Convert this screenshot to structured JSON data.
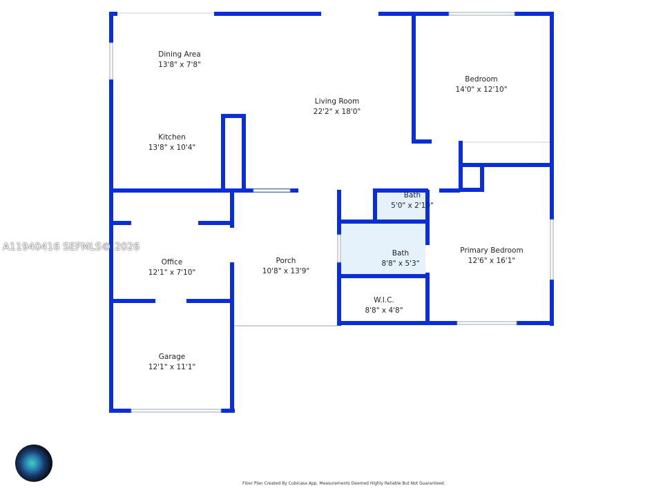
{
  "rooms": [
    {
      "name": "Dining Area",
      "size": "13'8\" x 7'8\""
    },
    {
      "name": "Living Room",
      "size": "22'2\" x 18'0\""
    },
    {
      "name": "Bedroom",
      "size": "14'0\" x 12'10\""
    },
    {
      "name": "Kitchen",
      "size": "13'8\" x 10'4\""
    },
    {
      "name": "Bath",
      "size": "5'0\" x 2'10\""
    },
    {
      "name": "Bath",
      "size": "8'8\" x 5'3\""
    },
    {
      "name": "Primary Bedroom",
      "size": "12'6\" x 16'1\""
    },
    {
      "name": "Office",
      "size": "12'1\" x 7'10\""
    },
    {
      "name": "Porch",
      "size": "10'8\" x 13'9\""
    },
    {
      "name": "W.I.C.",
      "size": "8'8\" x 4'8\""
    },
    {
      "name": "Garage",
      "size": "12'1\" x 11'1\""
    }
  ],
  "watermark": "A11940416  SEFMLS© 2026",
  "footer": "Floor Plan Created By Cubicasa App. Measurements Deemed Highly Reliable But Not Guaranteed.",
  "colors": {
    "wall": "#0b2fd6",
    "bath_fill": "#e6f2fb"
  }
}
